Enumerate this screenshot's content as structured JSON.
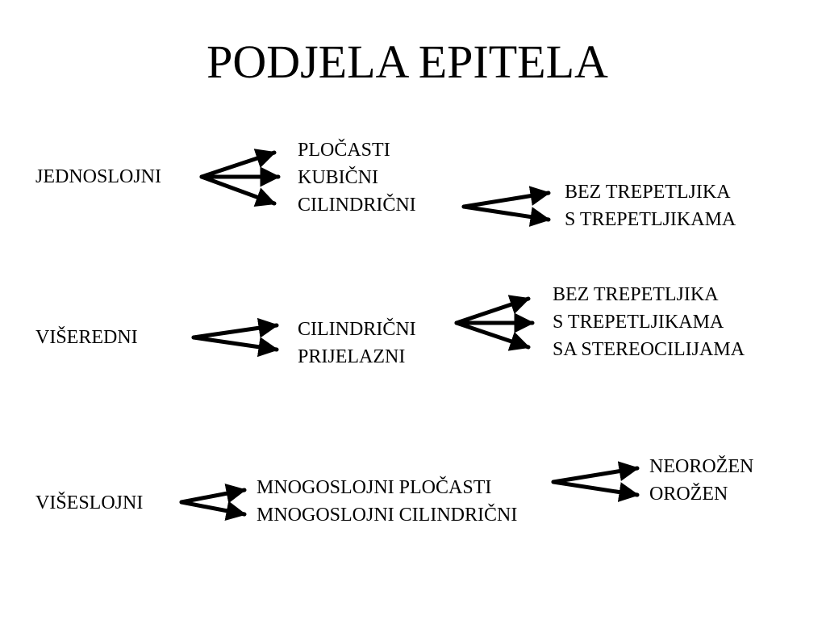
{
  "title": "PODJELA EPITELA",
  "colors": {
    "text": "#000000",
    "background": "#ffffff"
  },
  "groups": [
    {
      "category": "JEDNOSLOJNI",
      "types": [
        "PLOČASTI",
        "KUBIČNI",
        "CILINDRIČNI"
      ],
      "subtypes": [
        "BEZ TREPETLJIKA",
        "S TREPETLJIKAMA"
      ]
    },
    {
      "category": "VIŠEREDNI",
      "types": [
        "CILINDRIČNI",
        "PRIJELAZNI"
      ],
      "subtypes": [
        "BEZ TREPETLJIKA",
        "S TREPETLJIKAMA",
        "SA STEREOCILIJAMA"
      ]
    },
    {
      "category": "VIŠESLOJNI",
      "types": [
        "MNOGOSLOJNI PLOČASTI",
        "MNOGOSLOJNI CILINDRIČNI"
      ],
      "subtypes": [
        "NEOROŽEN",
        "OROŽEN"
      ]
    }
  ]
}
